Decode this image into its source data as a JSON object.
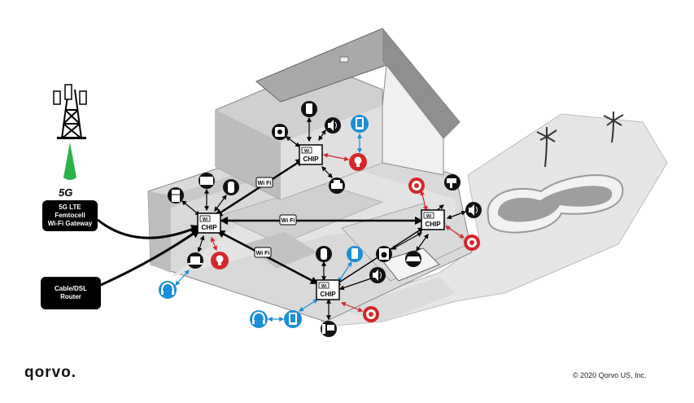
{
  "gateway": {
    "badge": "5G",
    "line1": "5G LTE",
    "line2": "Femtocell",
    "line3": "Wi-Fi Gateway"
  },
  "router": {
    "line1": "Cable/DSL",
    "line2": "Router"
  },
  "chip": {
    "badge": "Wi",
    "label": "CHIP"
  },
  "links": {
    "wifi_label": "Wi Fi"
  },
  "footer": {
    "logo": "qorvo.",
    "copyright": "© 2020 Qorvo US, Inc."
  },
  "colors": {
    "black_device": "#111111",
    "blue_device": "#1a8fd6",
    "red_device": "#d6262a",
    "floor_gray": "#d9d9d9",
    "wall_gray": "#bdbdbd",
    "roof_gray": "#a9a9a9",
    "yard_gray": "#e6e6e6",
    "pool_water": "#9e9e9e",
    "signal_green": "#2bb34a"
  },
  "icons": [
    "cell-tower-icon",
    "phone-icon",
    "speaker-icon",
    "tablet-icon",
    "bulb-icon",
    "printer-icon",
    "tv-icon",
    "fridge-icon",
    "thermostat-icon",
    "headphones-icon",
    "laptop-icon",
    "camera-icon",
    "washer-icon",
    "car-icon",
    "pc-icon",
    "doorbell-icon",
    "smoke-alarm-icon",
    "palm-tree-icon"
  ]
}
